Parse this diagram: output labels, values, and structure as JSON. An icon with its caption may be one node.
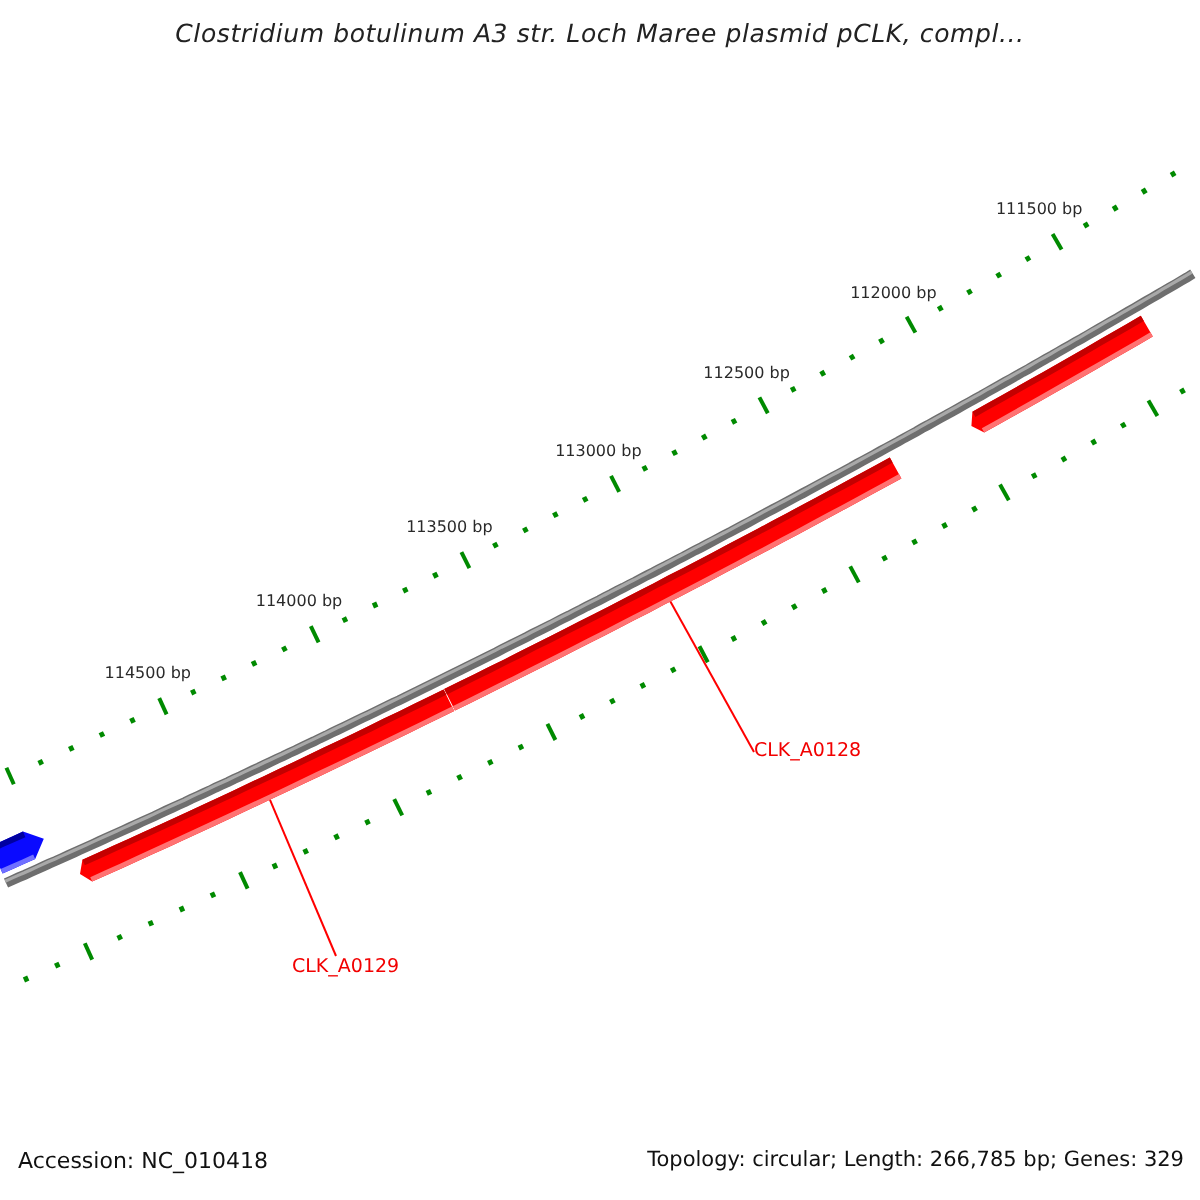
{
  "diagram": {
    "title": "Clostridium botulinum A3 str. Loch Maree plasmid pCLK, compl...",
    "nodes": [
      {
        "text": [],
        "shape": "arrow"
      },
      {
        "text": [],
        "shape": "bar"
      },
      {
        "text": [],
        "shape": "bar"
      },
      {
        "text": [],
        "shape": "bar"
      },
      {
        "text": [
          "CLK_A0128"
        ]
      },
      {
        "text": [
          "CLK_A0129"
        ]
      }
    ],
    "edges": [
      {
        "from": 4,
        "to": 2,
        "arrow": "none"
      },
      {
        "from": 5,
        "to": 1,
        "arrow": "none"
      }
    ],
    "labels": [
      "111500 bp",
      "112000 bp",
      "112500 bp",
      "113000 bp",
      "113500 bp",
      "114000 bp",
      "114500 bp",
      "Accession: NC_010418",
      "Topology: circular; Length: 266,785 bp; Genes: 329"
    ]
  }
}
